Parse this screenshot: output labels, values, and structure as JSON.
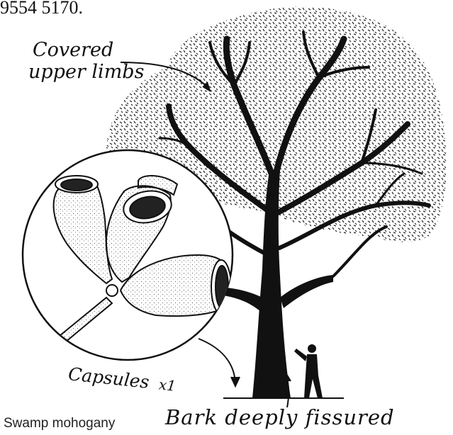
{
  "header": {
    "fragment_text": "9554 5170."
  },
  "labels": {
    "covered_line1": "Covered",
    "covered_line2": "upper limbs",
    "capsules": "Capsules",
    "capsules_scale": "x1",
    "bark": "Bark deeply fissured"
  },
  "caption": "Swamp mohogany",
  "colors": {
    "ink": "#111111",
    "paper": "#ffffff"
  }
}
